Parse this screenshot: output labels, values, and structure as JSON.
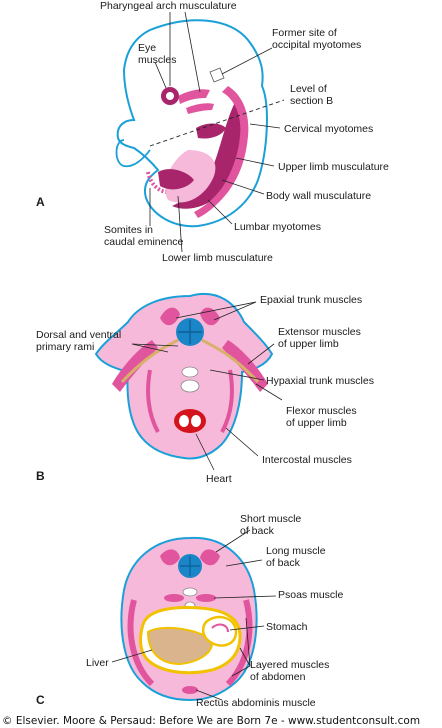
{
  "panels": {
    "a": {
      "letter": "A",
      "labels": {
        "pharyngeal": "Pharyngeal arch musculature",
        "former_1": "Former site of",
        "former_2": "occipital myotomes",
        "eye_1": "Eye",
        "eye_2": "muscles",
        "level_1": "Level of",
        "level_2": "section B",
        "cervical": "Cervical myotomes",
        "upper_limb": "Upper limb musculature",
        "body_wall": "Body wall musculature",
        "lumbar": "Lumbar myotomes",
        "somites_1": "Somites in",
        "somites_2": "caudal eminence",
        "lower_limb": "Lower limb musculature"
      }
    },
    "b": {
      "letter": "B",
      "labels": {
        "epaxial": "Epaxial trunk muscles",
        "dorsal_1": "Dorsal and ventral",
        "dorsal_2": "primary rami",
        "extensor_1": "Extensor muscles",
        "extensor_2": "of upper limb",
        "hypaxial": "Hypaxial trunk muscles",
        "flexor_1": "Flexor muscles",
        "flexor_2": "of upper limb",
        "intercostal": "Intercostal muscles",
        "heart": "Heart"
      }
    },
    "c": {
      "letter": "C",
      "labels": {
        "short_1": "Short muscle",
        "short_2": "of back",
        "long_1": "Long muscle",
        "long_2": "of back",
        "psoas": "Psoas muscle",
        "stomach": "Stomach",
        "liver": "Liver",
        "layered_1": "Layered muscles",
        "layered_2": "of abdomen",
        "rectus": "Rectus abdominis muscle"
      }
    }
  },
  "copyright": "© Elsevier. Moore & Persaud: Before We are Born 7e - www.studentconsult.com",
  "colors": {
    "outline": "#1aa0d8",
    "skin": "#f7b9d9",
    "muscle": "#e0559d",
    "muscle_dark": "#a8246b",
    "neural": "#1a86c8",
    "liver": "#d9b48c",
    "stomach_wall": "#f2c200",
    "heart": "#d4141c"
  }
}
